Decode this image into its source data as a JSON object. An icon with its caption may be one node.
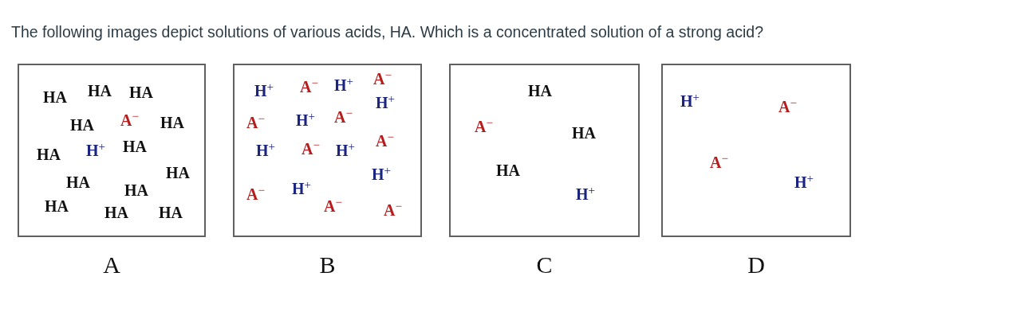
{
  "diagram": {
    "title": "The following images depict solutions of various acids, HA.  Which is a concentrated solution of a strong acid?",
    "nodes": [
      {
        "text": [
          "HA",
          "HA",
          "HA",
          "HA",
          "A$^{−}$",
          "HA",
          "HA",
          "H$^{+}$",
          "HA",
          "HA",
          "HA",
          "HA",
          "HA",
          "HA",
          "HA"
        ],
        "beside": [
          "A"
        ]
      },
      {
        "text": [
          "H$^{+}$",
          "A$^{−}$",
          "H$^{+}$",
          "A$^{−}$",
          "H$^{+}$",
          "A$^{−}$",
          "H$^{+}$",
          "A$^{−}$",
          "H$^{+}$",
          "A$^{−}$",
          "H$^{+}$",
          "A$^{−}$",
          "H$^{+}$",
          "A$^{−}$",
          "H$^{+}$",
          "A$^{−}$",
          "A$^{−}$"
        ],
        "beside": [
          "B"
        ]
      },
      {
        "text": [
          "HA",
          "A$^{−}$",
          "HA",
          "HA",
          "H$^{+}$"
        ],
        "beside": [
          "C"
        ]
      },
      {
        "text": [
          "H$^{+}$",
          "A$^{−}$",
          "A$^{−}$",
          "H$^{+}$"
        ],
        "beside": [
          "D"
        ]
      }
    ]
  }
}
